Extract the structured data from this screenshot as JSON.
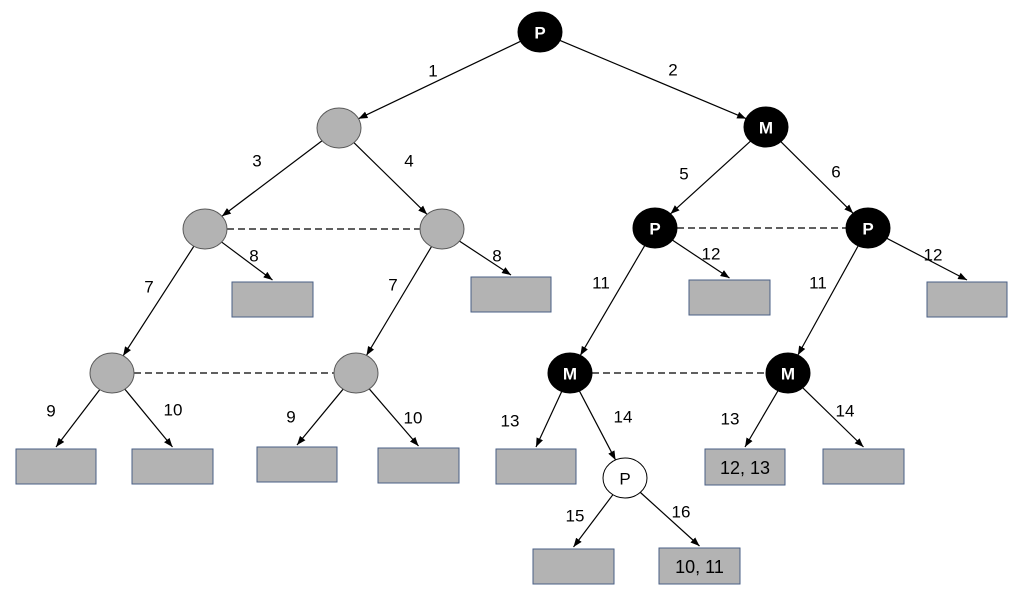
{
  "nodes": [
    {
      "id": "root",
      "label": "P",
      "style": "black"
    },
    {
      "id": "l1",
      "label": "",
      "style": "gray"
    },
    {
      "id": "r1",
      "label": "M",
      "style": "black"
    },
    {
      "id": "l2a",
      "label": "",
      "style": "gray"
    },
    {
      "id": "l2b",
      "label": "",
      "style": "gray"
    },
    {
      "id": "r2a",
      "label": "P",
      "style": "black"
    },
    {
      "id": "r2b",
      "label": "P",
      "style": "black"
    },
    {
      "id": "l3a",
      "label": "",
      "style": "gray"
    },
    {
      "id": "l3b",
      "label": "",
      "style": "gray"
    },
    {
      "id": "r3a",
      "label": "M",
      "style": "black"
    },
    {
      "id": "r3b",
      "label": "M",
      "style": "black"
    },
    {
      "id": "r4",
      "label": "P",
      "style": "white"
    }
  ],
  "leaves": [
    {
      "id": "lf_l2a",
      "label": ""
    },
    {
      "id": "lf_l2b",
      "label": ""
    },
    {
      "id": "lf_r2a",
      "label": ""
    },
    {
      "id": "lf_r2b",
      "label": ""
    },
    {
      "id": "lf_l3a_9",
      "label": ""
    },
    {
      "id": "lf_l3a_10",
      "label": ""
    },
    {
      "id": "lf_l3b_9",
      "label": ""
    },
    {
      "id": "lf_l3b_10",
      "label": ""
    },
    {
      "id": "lf_r3a_13",
      "label": ""
    },
    {
      "id": "lf_r3b_13",
      "label": "12, 13"
    },
    {
      "id": "lf_r3b_14",
      "label": ""
    },
    {
      "id": "lf_r4_15",
      "label": ""
    },
    {
      "id": "lf_r4_16",
      "label": "10, 11"
    }
  ],
  "edges": [
    {
      "from": "root",
      "to": "l1",
      "label": "1"
    },
    {
      "from": "root",
      "to": "r1",
      "label": "2"
    },
    {
      "from": "l1",
      "to": "l2a",
      "label": "3"
    },
    {
      "from": "l1",
      "to": "l2b",
      "label": "4"
    },
    {
      "from": "r1",
      "to": "r2a",
      "label": "5"
    },
    {
      "from": "r1",
      "to": "r2b",
      "label": "6"
    },
    {
      "from": "l2a",
      "to": "l3a",
      "label": "7"
    },
    {
      "from": "l2a",
      "to": "lf_l2a",
      "label": "8"
    },
    {
      "from": "l2b",
      "to": "l3b",
      "label": "7"
    },
    {
      "from": "l2b",
      "to": "lf_l2b",
      "label": "8"
    },
    {
      "from": "r2a",
      "to": "r3a",
      "label": "11"
    },
    {
      "from": "r2a",
      "to": "lf_r2a",
      "label": "12"
    },
    {
      "from": "r2b",
      "to": "r3b",
      "label": "11"
    },
    {
      "from": "r2b",
      "to": "lf_r2b",
      "label": "12"
    },
    {
      "from": "l3a",
      "to": "lf_l3a_9",
      "label": "9"
    },
    {
      "from": "l3a",
      "to": "lf_l3a_10",
      "label": "10"
    },
    {
      "from": "l3b",
      "to": "lf_l3b_9",
      "label": "9"
    },
    {
      "from": "l3b",
      "to": "lf_l3b_10",
      "label": "10"
    },
    {
      "from": "r3a",
      "to": "lf_r3a_13",
      "label": "13"
    },
    {
      "from": "r3a",
      "to": "r4",
      "label": "14"
    },
    {
      "from": "r3b",
      "to": "lf_r3b_13",
      "label": "13"
    },
    {
      "from": "r3b",
      "to": "lf_r3b_14",
      "label": "14"
    },
    {
      "from": "r4",
      "to": "lf_r4_15",
      "label": "15"
    },
    {
      "from": "r4",
      "to": "lf_r4_16",
      "label": "16"
    }
  ],
  "info_sets": [
    {
      "a": "l2a",
      "b": "l2b"
    },
    {
      "a": "r2a",
      "b": "r2b"
    },
    {
      "a": "l3a",
      "b": "l3b"
    },
    {
      "a": "r3a",
      "b": "r3b"
    }
  ],
  "colors": {
    "player_node": "#000000",
    "chance_node": "#b3b3b3",
    "leaf_fill": "#b3b3b3",
    "leaf_border": "#4a5f86",
    "edge": "#000000"
  }
}
